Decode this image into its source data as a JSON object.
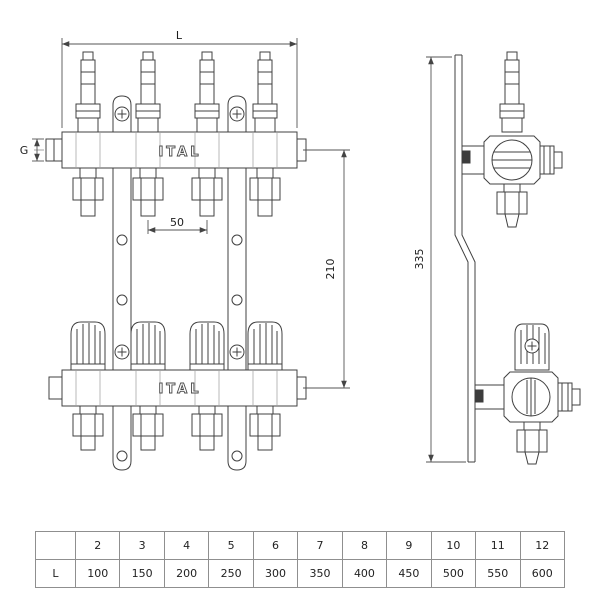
{
  "drawing": {
    "brand": "ITAL",
    "dimensions": {
      "length": "L",
      "thread": "G",
      "port_spacing": "50",
      "center_height": "210",
      "bracket_height": "335"
    }
  },
  "table": {
    "corner": "",
    "row_header": "L",
    "outputs": [
      "2",
      "3",
      "4",
      "5",
      "6",
      "7",
      "8",
      "9",
      "10",
      "11",
      "12"
    ],
    "lengths": [
      "100",
      "150",
      "200",
      "250",
      "300",
      "350",
      "400",
      "450",
      "500",
      "550",
      "600"
    ]
  }
}
